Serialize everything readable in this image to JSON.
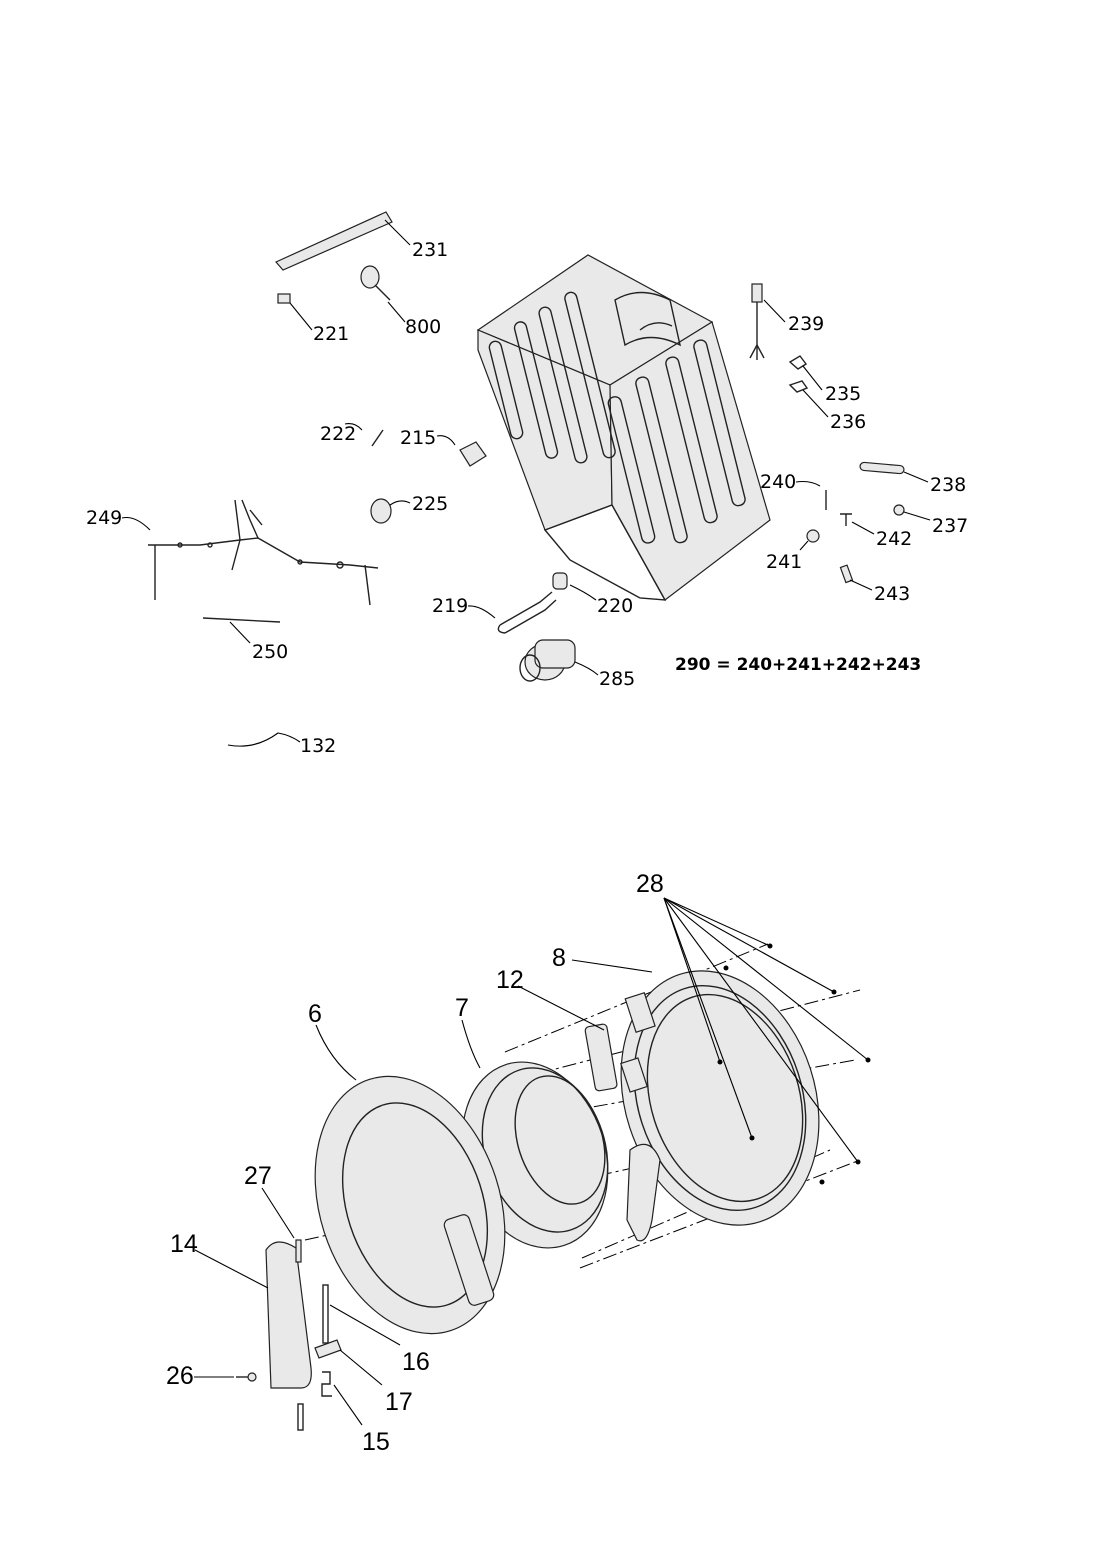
{
  "upper_assembly": {
    "labels": {
      "p231": "231",
      "p800": "800",
      "p221": "221",
      "p239": "239",
      "p235": "235",
      "p236": "236",
      "p222": "222",
      "p215": "215",
      "p238": "238",
      "p240": "240",
      "p237": "237",
      "p242": "242",
      "p241": "241",
      "p243": "243",
      "p249": "249",
      "p225": "225",
      "p219": "219",
      "p220": "220",
      "p250": "250",
      "p285": "285",
      "p132": "132"
    },
    "formula": "290 = 240+241+242+243"
  },
  "door_assembly": {
    "labels": {
      "p28": "28",
      "p8": "8",
      "p12": "12",
      "p6": "6",
      "p7": "7",
      "p27": "27",
      "p14": "14",
      "p26": "26",
      "p16": "16",
      "p17": "17",
      "p15": "15"
    }
  }
}
